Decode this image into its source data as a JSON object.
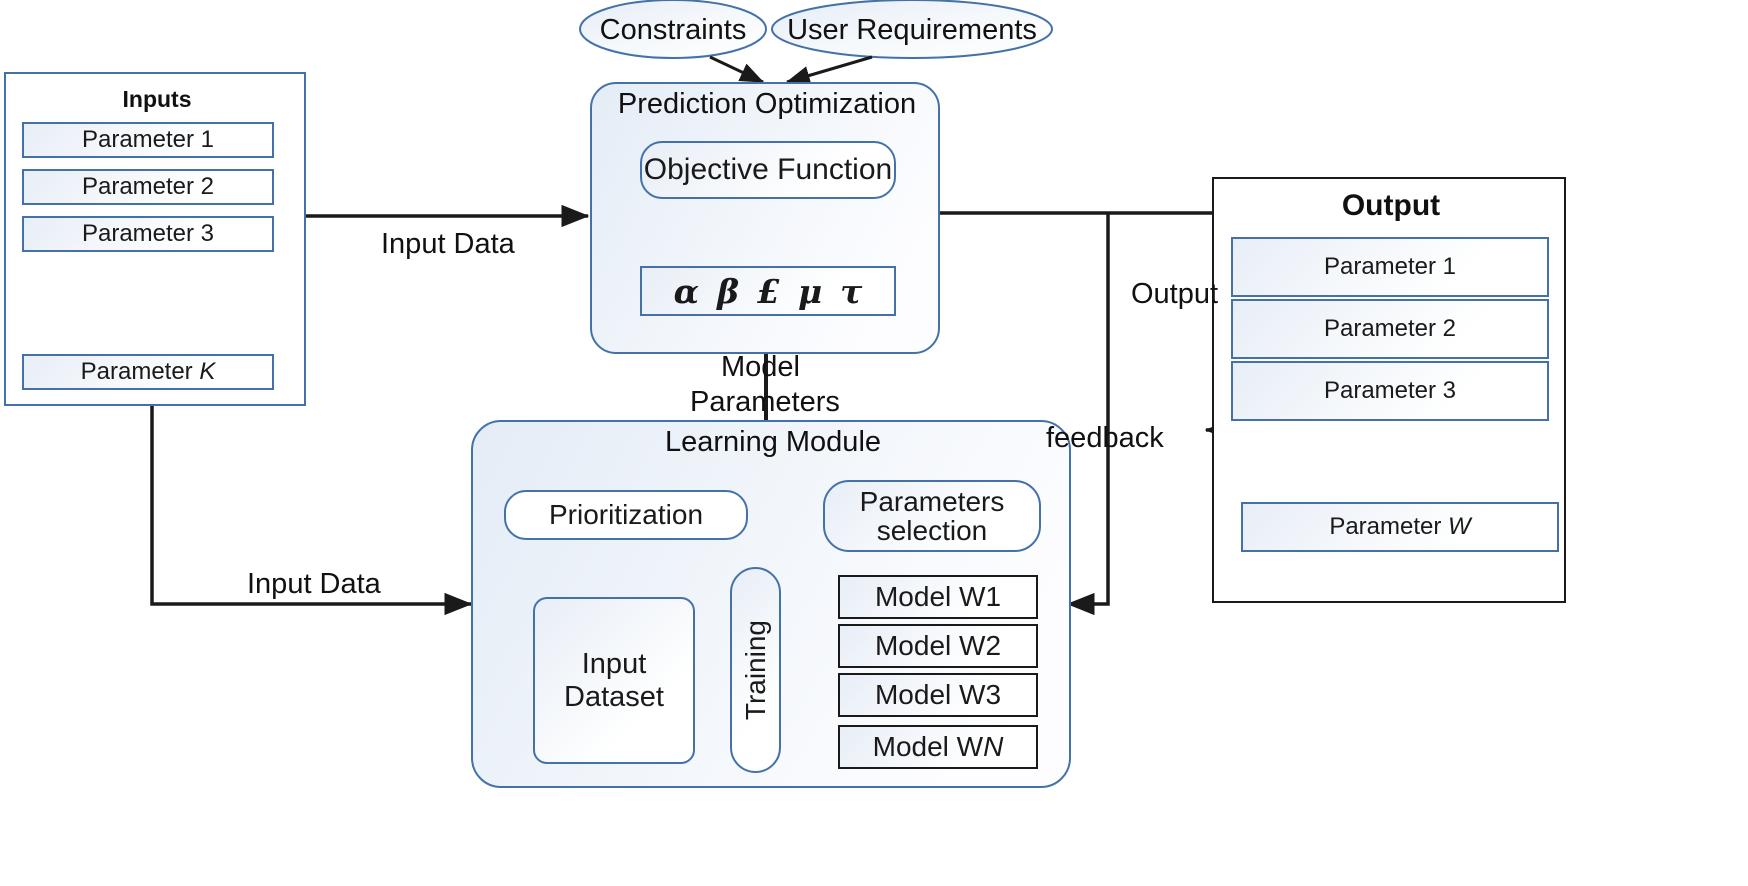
{
  "diagram": {
    "title": "Prediction optimization with learning module block diagram",
    "colors": {
      "accent_blue": "#4472a8",
      "line_black": "#1a1a1a",
      "box_fill": "#eef3fa"
    }
  },
  "inputs_panel": {
    "title": "Inputs",
    "items": [
      {
        "label": "Parameter 1"
      },
      {
        "label": "Parameter 2"
      },
      {
        "label": "Parameter 3"
      },
      {
        "label": "Parameter K",
        "italic_suffix": "K"
      }
    ]
  },
  "top_ellipses": [
    {
      "label": "Constraints"
    },
    {
      "label": "User Requirements"
    }
  ],
  "prediction": {
    "title": "Prediction Optimization",
    "objective": "Objective Function",
    "parameters_symbols": [
      "α",
      "β",
      "£",
      "μ",
      "τ"
    ]
  },
  "learning": {
    "title": "Learning Module",
    "prioritization": "Prioritization",
    "parameters_selection": "Parameters\nselection",
    "parameters_selection_line1": "Parameters",
    "parameters_selection_line2": "selection",
    "input_dataset_line1": "Input",
    "input_dataset_line2": "Dataset",
    "training": "Training",
    "models": [
      {
        "label": "Model W1"
      },
      {
        "label": "Model W2"
      },
      {
        "label": "Model W3"
      },
      {
        "label": "Model WN"
      }
    ]
  },
  "output_panel": {
    "title": "Output",
    "items": [
      {
        "label": "Parameter 1"
      },
      {
        "label": "Parameter 2"
      },
      {
        "label": "Parameter 3"
      },
      {
        "label": "Parameter W",
        "italic_suffix": "W"
      }
    ]
  },
  "edge_labels": {
    "input_data_top": "Input Data",
    "input_data_bottom": "Input Data",
    "model_parameters_line1": "Model",
    "model_parameters_line2": "Parameters",
    "output": "Output",
    "feedback": "feedback"
  }
}
